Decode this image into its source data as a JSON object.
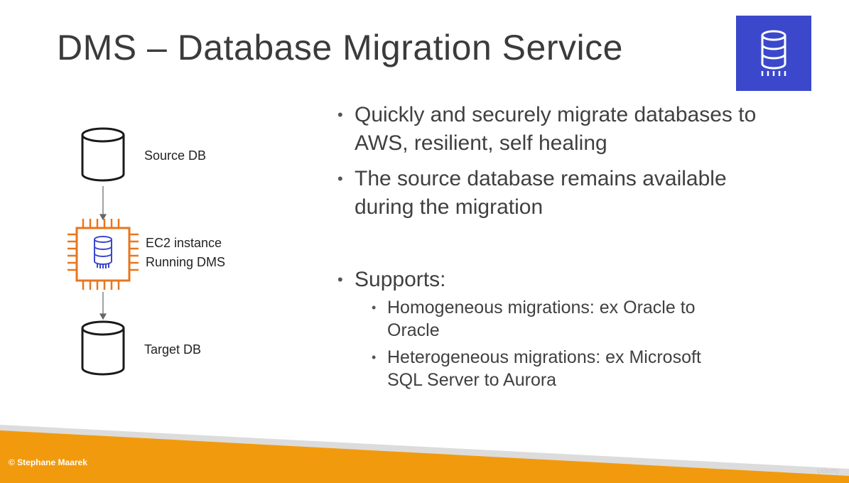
{
  "slide": {
    "title": "DMS – Database Migration Service",
    "service_icon": "database-icon",
    "accent_color": "#F29A0D",
    "icon_bg_color": "#3B48CC"
  },
  "diagram": {
    "source_label": "Source DB",
    "ec2_label_line1": "EC2 instance",
    "ec2_label_line2": "Running DMS",
    "target_label": "Target DB",
    "ec2_color": "#E8761E"
  },
  "bullets": [
    {
      "text": "Quickly and securely migrate databases to AWS, resilient, self healing"
    },
    {
      "text": "The source database remains available during the migration"
    },
    {
      "text": "Supports:",
      "sub": [
        "Homogeneous migrations: ex Oracle to Oracle",
        "Heterogeneous migrations: ex Microsoft SQL Server to Aurora"
      ]
    }
  ],
  "footer": {
    "copyright": "© Stephane Maarek",
    "watermark": "Udemy"
  }
}
